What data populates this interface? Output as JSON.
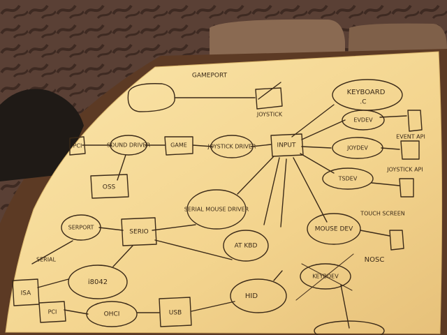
{
  "colors": {
    "carpet": "#5a4035",
    "carpet_pattern": "#3e2a22",
    "chair": "#8a6a52",
    "desk": "#5c3a24",
    "paper": "#f7dc9a",
    "paper_shade": "#e8c27a",
    "ink": "#3b2a18"
  },
  "diagram": {
    "labels": {
      "gameport": "GAMEPORT",
      "joystick": "JOYSTICK",
      "keyboard": "KEYBOARD",
      "keyboard_sub": ".C",
      "pci": "PCI",
      "sound_driver": "SOUND DRIVER",
      "game": "GAME",
      "joystick_driver": "JOYSTICK DRIVER",
      "input": "INPUT",
      "evdev": "EVDEV",
      "event_api": "EVENT API",
      "joydev": "JOYDEV",
      "joystick_api": "JOYSTICK API",
      "tsdev": "TSDEV",
      "touch_screen": "TOUCH SCREEN",
      "mousedev": "MOUSE DEV",
      "oss": "OSS",
      "serport": "SERPORT",
      "serio": "SERIO",
      "serial_mouse_driver": "SERIAL MOUSE DRIVER",
      "at_kbd": "AT KBD",
      "serial": "SERIAL",
      "i8042": "i8042",
      "isa": "ISA",
      "pci_bottom": "PCI",
      "ohci": "OHCI",
      "usb": "USB",
      "hid": "HID",
      "keybdev": "KEYBDEV",
      "nosc": "NOSC"
    }
  }
}
